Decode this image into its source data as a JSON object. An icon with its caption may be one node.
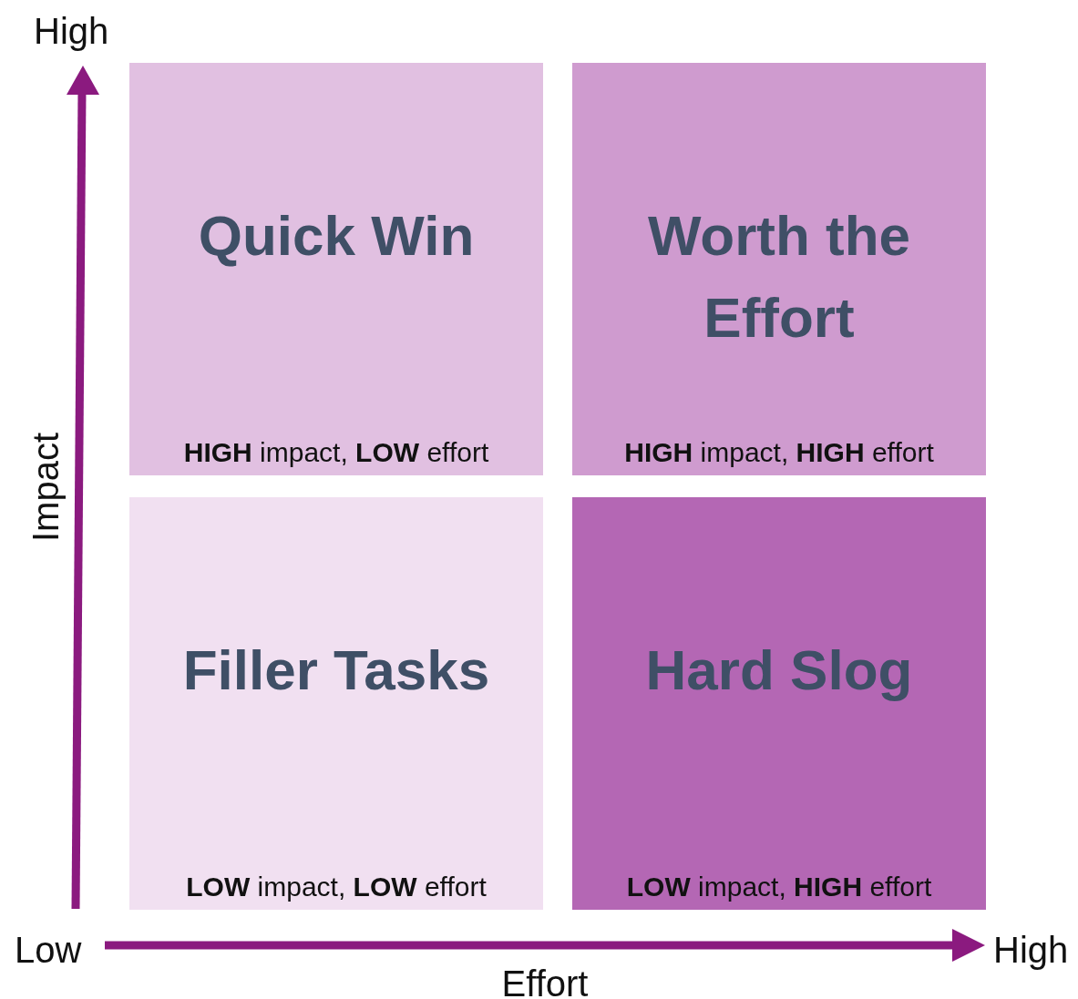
{
  "diagram": {
    "nodes": [
      {
        "text": [
          "Quick Win",
          "**HIGH** impact, **LOW** effort"
        ]
      },
      {
        "text": [
          "Worth the Effort",
          "**HIGH** impact, **HIGH** effort"
        ]
      },
      {
        "text": [
          "Filler Tasks",
          "**LOW** impact, **LOW** effort"
        ]
      },
      {
        "text": [
          "Hard Slog",
          "**LOW** impact, **HIGH** effort"
        ]
      }
    ],
    "edges": [],
    "labels": [
      "High",
      "Impact",
      "Low",
      "High",
      "Effort"
    ]
  }
}
